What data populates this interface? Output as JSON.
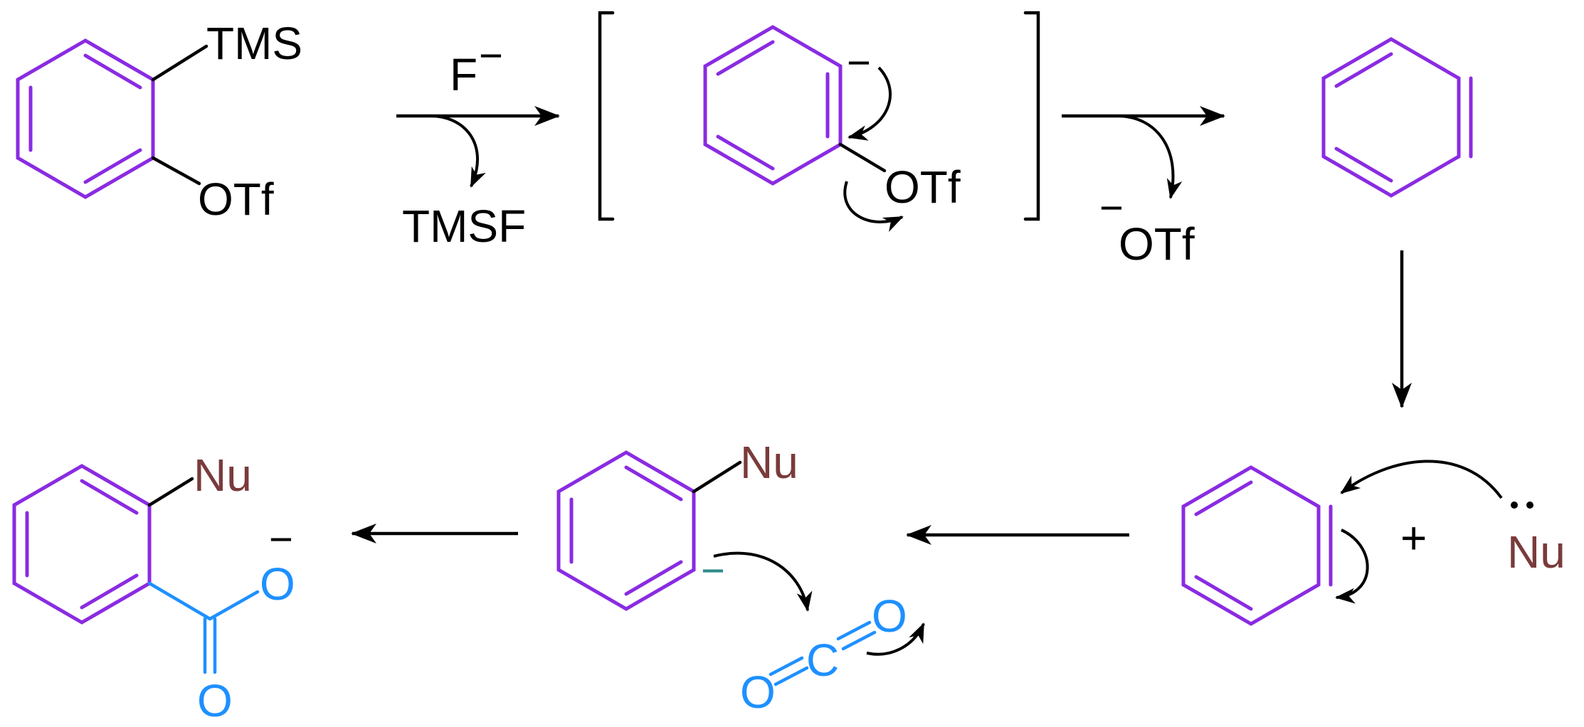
{
  "colors": {
    "ring": "#8a2be2",
    "bond": "#000000",
    "carboxyl": "#1e90ff",
    "nucleophile": "#7a3b3b",
    "anion_teal": "#2e8b8b"
  },
  "labels": {
    "tms": "TMS",
    "otf": "OTf",
    "fluoride": "F",
    "tmsf": "TMSF",
    "nu": "Nu",
    "plus": "+",
    "minus": "−",
    "oxygen": "O",
    "carbon": "C"
  }
}
